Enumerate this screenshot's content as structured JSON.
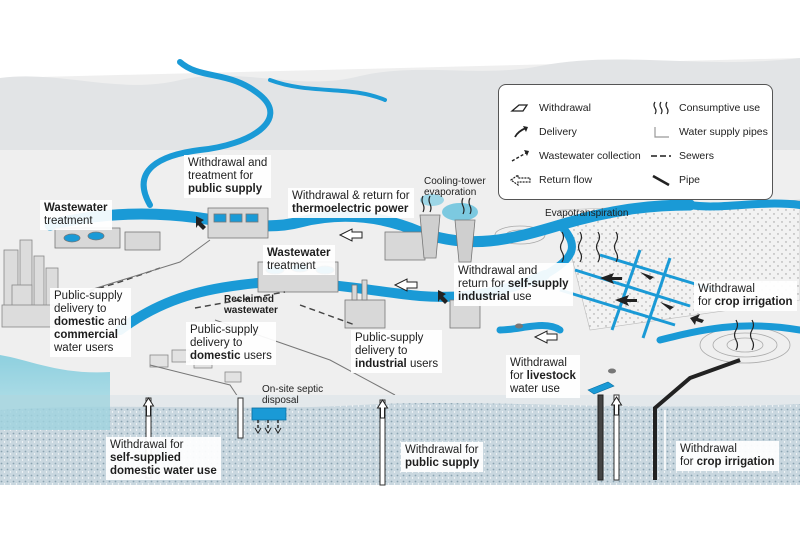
{
  "legend": {
    "items": [
      {
        "key": "withdrawal",
        "label": "Withdrawal"
      },
      {
        "key": "delivery",
        "label": "Delivery"
      },
      {
        "key": "wastewater",
        "label": "Wastewater collection"
      },
      {
        "key": "return",
        "label": "Return flow"
      },
      {
        "key": "consumptive",
        "label": "Consumptive use"
      },
      {
        "key": "supply_pipes",
        "label": "Water supply pipes"
      },
      {
        "key": "sewers",
        "label": "Sewers"
      },
      {
        "key": "pipe",
        "label": "Pipe"
      }
    ]
  },
  "labels": {
    "public_supply_withdrawal": {
      "line1": "Withdrawal and",
      "line2a": "treatment for",
      "line2b": "",
      "line3": "public supply"
    },
    "wastewater_left": {
      "line1": "Wastewater",
      "line2": "treatment"
    },
    "thermo": {
      "line1": "Withdrawal & return for",
      "line2": "thermoelectric power"
    },
    "cooling": {
      "line1": "Cooling-tower",
      "line2": "evaporation"
    },
    "evapo": "Evapotranspiration",
    "wastewater_center": {
      "line1": "Wastewater",
      "line2": "treatment"
    },
    "industrial_withdrawal": {
      "line1": "Withdrawal and",
      "line2a": "return for ",
      "line2b": "self-supply",
      "line3a": "industrial",
      "line3b": " use"
    },
    "crop_upper": {
      "line1": "Withdrawal",
      "line2a": "for ",
      "line2b": "crop irrigation"
    },
    "reclaimed": {
      "line1": "Reclaimed",
      "line2": "wastewater"
    },
    "public_domestic_commercial": {
      "line1": "Public-supply",
      "line2": "delivery to",
      "line3a": "domestic",
      "line3b": " and",
      "line4a": "commercial",
      "line5": "water users"
    },
    "public_domestic": {
      "line1": "Public-supply",
      "line2": "delivery to",
      "line3a": "domestic",
      "line3b": " users"
    },
    "public_industrial": {
      "line1": "Public-supply",
      "line2": "delivery to",
      "line3a": "industrial",
      "line3b": " users"
    },
    "livestock": {
      "line1": "Withdrawal",
      "line2a": "for ",
      "line2b": "livestock",
      "line3": "water use"
    },
    "septic": {
      "line1": "On-site septic",
      "line2": "disposal"
    },
    "self_domestic": {
      "line1": "Withdrawal for",
      "line2": "self-supplied",
      "line3": "domestic water use"
    },
    "public_supply_ground": {
      "line1": "Withdrawal for",
      "line2": "public supply"
    },
    "crop_lower": {
      "line1": "Withdrawal",
      "line2a": "for ",
      "line2b": "crop irrigation"
    }
  },
  "colors": {
    "river": "#1a9ad6",
    "reservoir": "#7cc9e0",
    "land": "#eeeeee",
    "aquifer": "#9fb6c2",
    "text": "#1e1e1e"
  }
}
